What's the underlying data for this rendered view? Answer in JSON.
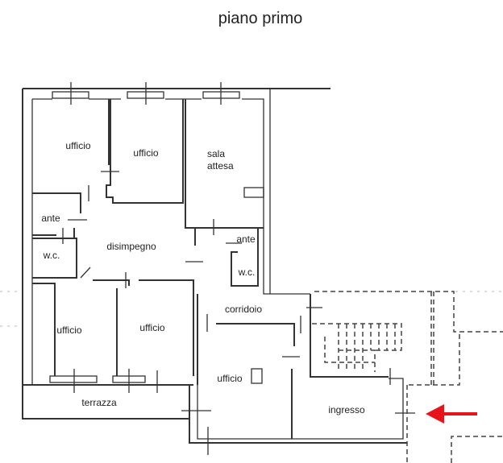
{
  "title": "piano primo",
  "rooms": {
    "ufficio_1": "ufficio",
    "ufficio_2": "ufficio",
    "sala_attesa_1": "sala",
    "sala_attesa_2": "attesa",
    "ante_left": "ante",
    "wc_left": "w.c.",
    "disimpegno": "disimpegno",
    "ante_right": "ante",
    "wc_right": "w.c.",
    "ufficio_3": "ufficio",
    "ufficio_4": "ufficio",
    "corridoio": "corridoio",
    "ufficio_5": "ufficio",
    "ingresso": "ingresso",
    "terrazza": "terrazza"
  },
  "colors": {
    "arrow": "#e8141c",
    "walls": "#333333"
  },
  "icons": {
    "entrance_arrow": "arrow-left-icon"
  }
}
